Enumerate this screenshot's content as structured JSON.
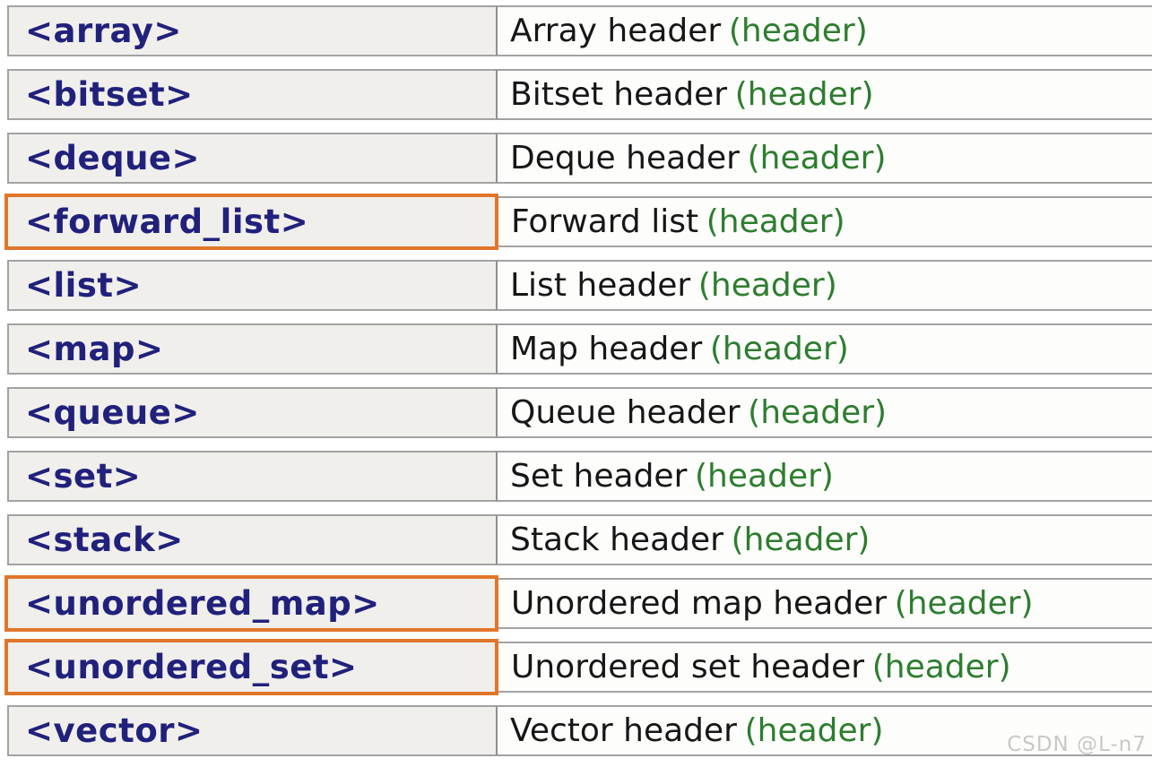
{
  "table": {
    "rows": [
      {
        "name": "<array>",
        "desc": "Array header",
        "tag": "(header)",
        "highlighted": false
      },
      {
        "name": "<bitset>",
        "desc": "Bitset header",
        "tag": "(header)",
        "highlighted": false
      },
      {
        "name": "<deque>",
        "desc": "Deque header",
        "tag": "(header)",
        "highlighted": false
      },
      {
        "name": "<forward_list>",
        "desc": "Forward list",
        "tag": "(header)",
        "highlighted": true
      },
      {
        "name": "<list>",
        "desc": "List header",
        "tag": "(header)",
        "highlighted": false
      },
      {
        "name": "<map>",
        "desc": "Map header",
        "tag": "(header)",
        "highlighted": false
      },
      {
        "name": "<queue>",
        "desc": "Queue header",
        "tag": "(header)",
        "highlighted": false
      },
      {
        "name": "<set>",
        "desc": "Set header",
        "tag": "(header)",
        "highlighted": false
      },
      {
        "name": "<stack>",
        "desc": "Stack header",
        "tag": "(header)",
        "highlighted": false
      },
      {
        "name": "<unordered_map>",
        "desc": "Unordered map header",
        "tag": "(header)",
        "highlighted": true
      },
      {
        "name": "<unordered_set>",
        "desc": "Unordered set header",
        "tag": "(header)",
        "highlighted": true
      },
      {
        "name": "<vector>",
        "desc": "Vector header",
        "tag": "(header)",
        "highlighted": false
      }
    ]
  },
  "watermark": "CSDN @L-n7",
  "colors": {
    "name_navy": "#21217c",
    "tag_green": "#2d7d2f",
    "highlight_orange": "#e0762b",
    "cell_border_gray": "#a2a2a2",
    "name_cell_bg": "#f0efec",
    "desc_cell_bg": "#fdfdfb"
  }
}
